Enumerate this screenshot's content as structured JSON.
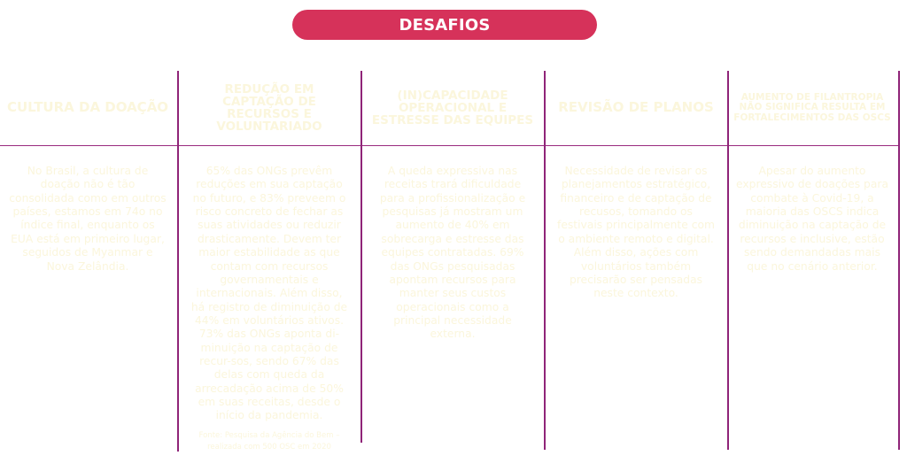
{
  "banner": {
    "title": "DESAFIOS",
    "color": "#d6325a"
  },
  "colors": {
    "divider": "#8f2478",
    "text": "#fbf6dc",
    "background": "#ffffff"
  },
  "columns": [
    {
      "heading": "CULTURA DA DOAÇÃO",
      "body": "No Brasil, a cultura de doação não é tão consolidada como em outros países, estamos em 74o no índice final, enquanto os EUA está em primeiro lugar, seguidos de Myanmar e Nova Zelândia."
    },
    {
      "heading": "REDUÇÃO EM CAPTAÇÃO DE RECURSOS E VOLUNTARIADO",
      "body": "65% das ONGs prevêm reduções em sua captação no futuro, e 83% preveem o risco concreto de fechar as suas atividades ou reduzir drasticamente. Devem ter maior estabilidade as que contam com recursos governamentais e internacionais. Além disso, há registro de diminuição de 44% em voluntários ativos.",
      "body2": "73% das ONGs aponta di-minuição na captação de recur-sos, sendo 67% das delas com queda da arrecadação acima de 50% em suas receitas, desde o início da pandemia.",
      "source": "Fonte: Pesquisa da Agência do Bem – realizada com 500 OSC em 2020"
    },
    {
      "heading": "(IN)CAPACIDADE OPERACIONAL E ESTRESSE DAS EQUIPES",
      "body": "A queda expressiva nas receitas trará dificuldade para a profissionalização e pesquisas já mostram um aumento de 40% em sobrecarga e estresse das equipes contratadas. 69% das ONGs pesquisadas apontam recursos para manter seus custos operacionais como a principal necessidade externa."
    },
    {
      "heading": "REVISÃO DE PLANOS",
      "body": "Necessidade de revisar os planejamentos estratégico, financeiro e de captação de recusos, tomando os festivais principalmente com o ambiente remoto e digital. Além disso, ações com voluntários também precisarão ser pensadas neste contexto."
    },
    {
      "heading": "AUMENTO DE FILANTROPIA NÃO SIGNIFICA RESULTA EM FORTALECIMENTOS DAS OSCS",
      "body": "Apesar do aumento expressivo de doações para combate à Covid-19, a maioria das OSCS indica diminuição na captação de recursos e inclusive, estão sendo demandadas mais que no cenário anterior."
    }
  ]
}
